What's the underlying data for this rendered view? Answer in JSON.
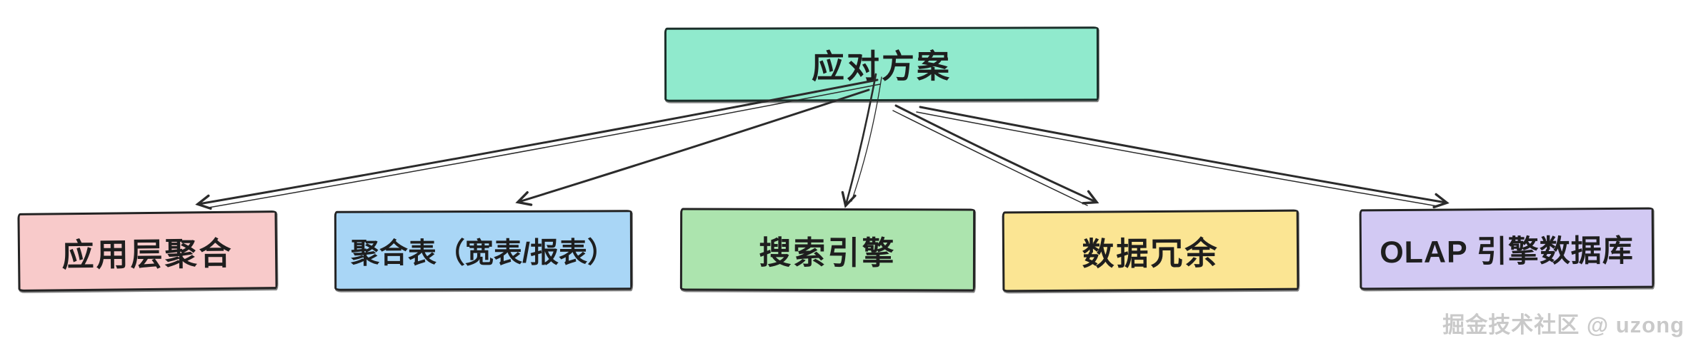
{
  "diagram": {
    "root_box": {
      "label": "应对方案",
      "bg": "#90EACD"
    },
    "solution_boxes": [
      {
        "label": "应用层聚合",
        "bg": "#F8CACA"
      },
      {
        "label": "聚合表（宽表/报表）",
        "bg": "#A9D6F6"
      },
      {
        "label": "搜索引擎",
        "bg": "#ACE4AE"
      },
      {
        "label": "数据冗余",
        "bg": "#FBE593"
      },
      {
        "label": "OLAP 引擎数据库",
        "bg": "#D2C9F3"
      }
    ],
    "colors": {
      "border": "#232323",
      "arrow": "#2b2b2b",
      "text": "#1e1e1e",
      "watermark": "#c9c9c9",
      "background": "#ffffff"
    }
  },
  "watermark": {
    "text": "掘金技术社区 @ uzong"
  }
}
